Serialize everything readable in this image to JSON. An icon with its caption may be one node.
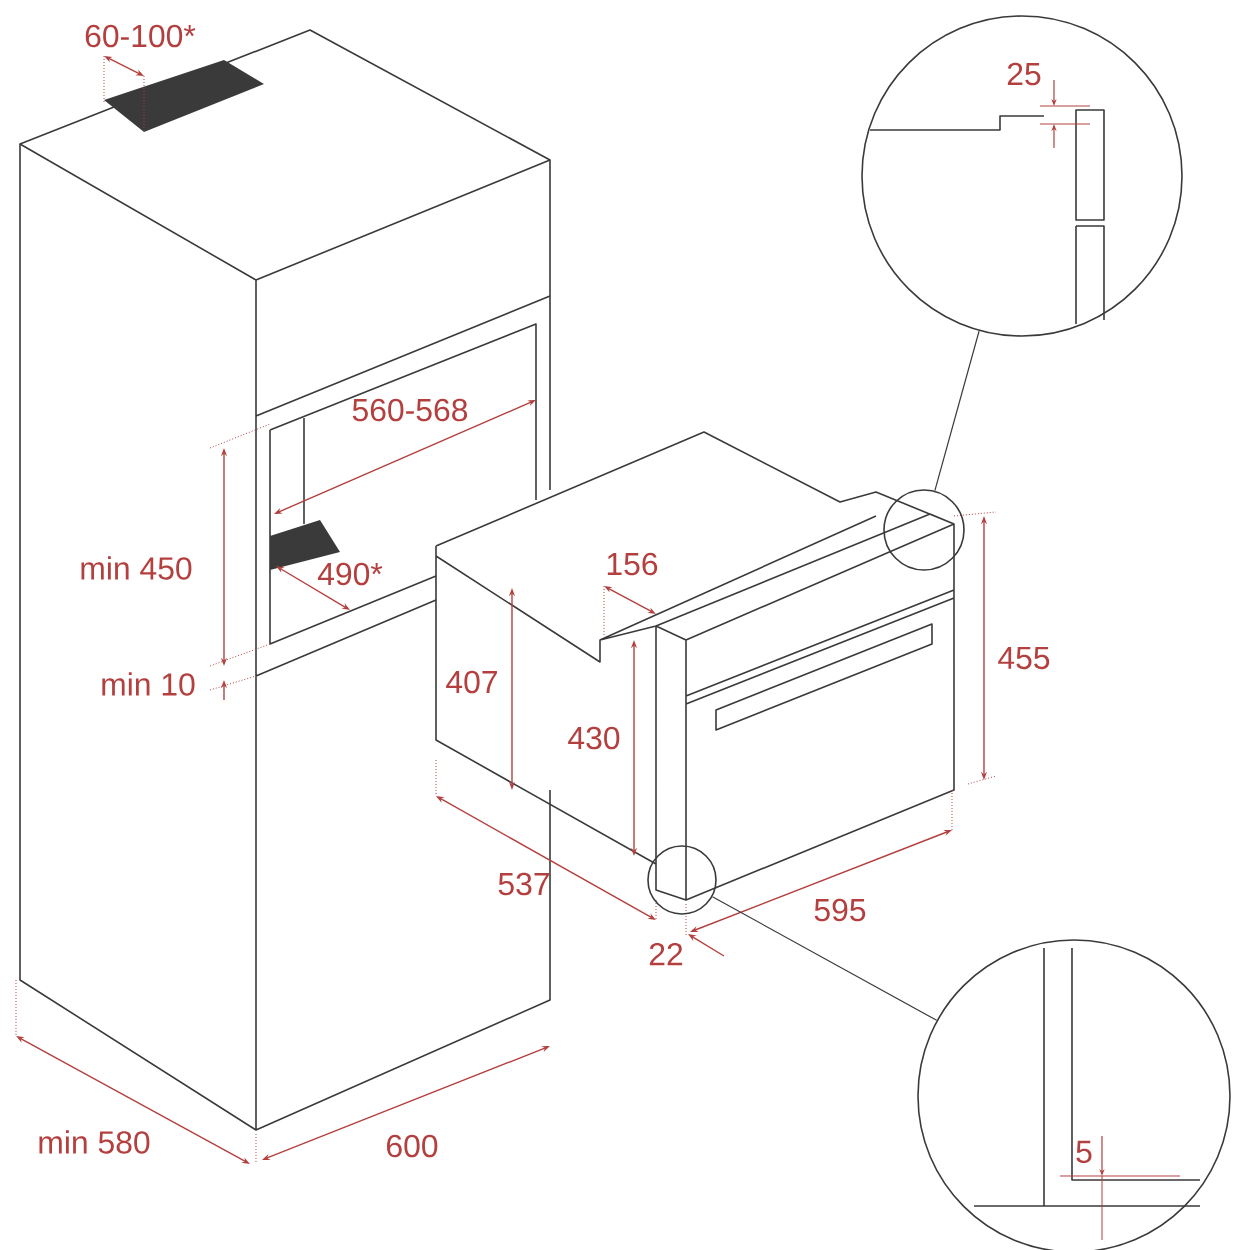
{
  "diagram": {
    "nodes": [
      {
        "text": [],
        "shape": "circle"
      },
      {
        "text": [],
        "shape": "circle"
      },
      {
        "text": [],
        "shape": "circle"
      },
      {
        "text": [],
        "shape": "circle"
      }
    ],
    "edges": [
      {
        "from": 0,
        "to": 1,
        "arrow": "none"
      },
      {
        "from": 2,
        "to": 3,
        "arrow": "none"
      }
    ],
    "labels": [
      "60-100*",
      "25",
      "560-568",
      "min 450",
      "490*",
      "156",
      "455",
      "407",
      "430",
      "min 10",
      "537",
      "595",
      "22",
      "5",
      "min 580",
      "600"
    ]
  }
}
